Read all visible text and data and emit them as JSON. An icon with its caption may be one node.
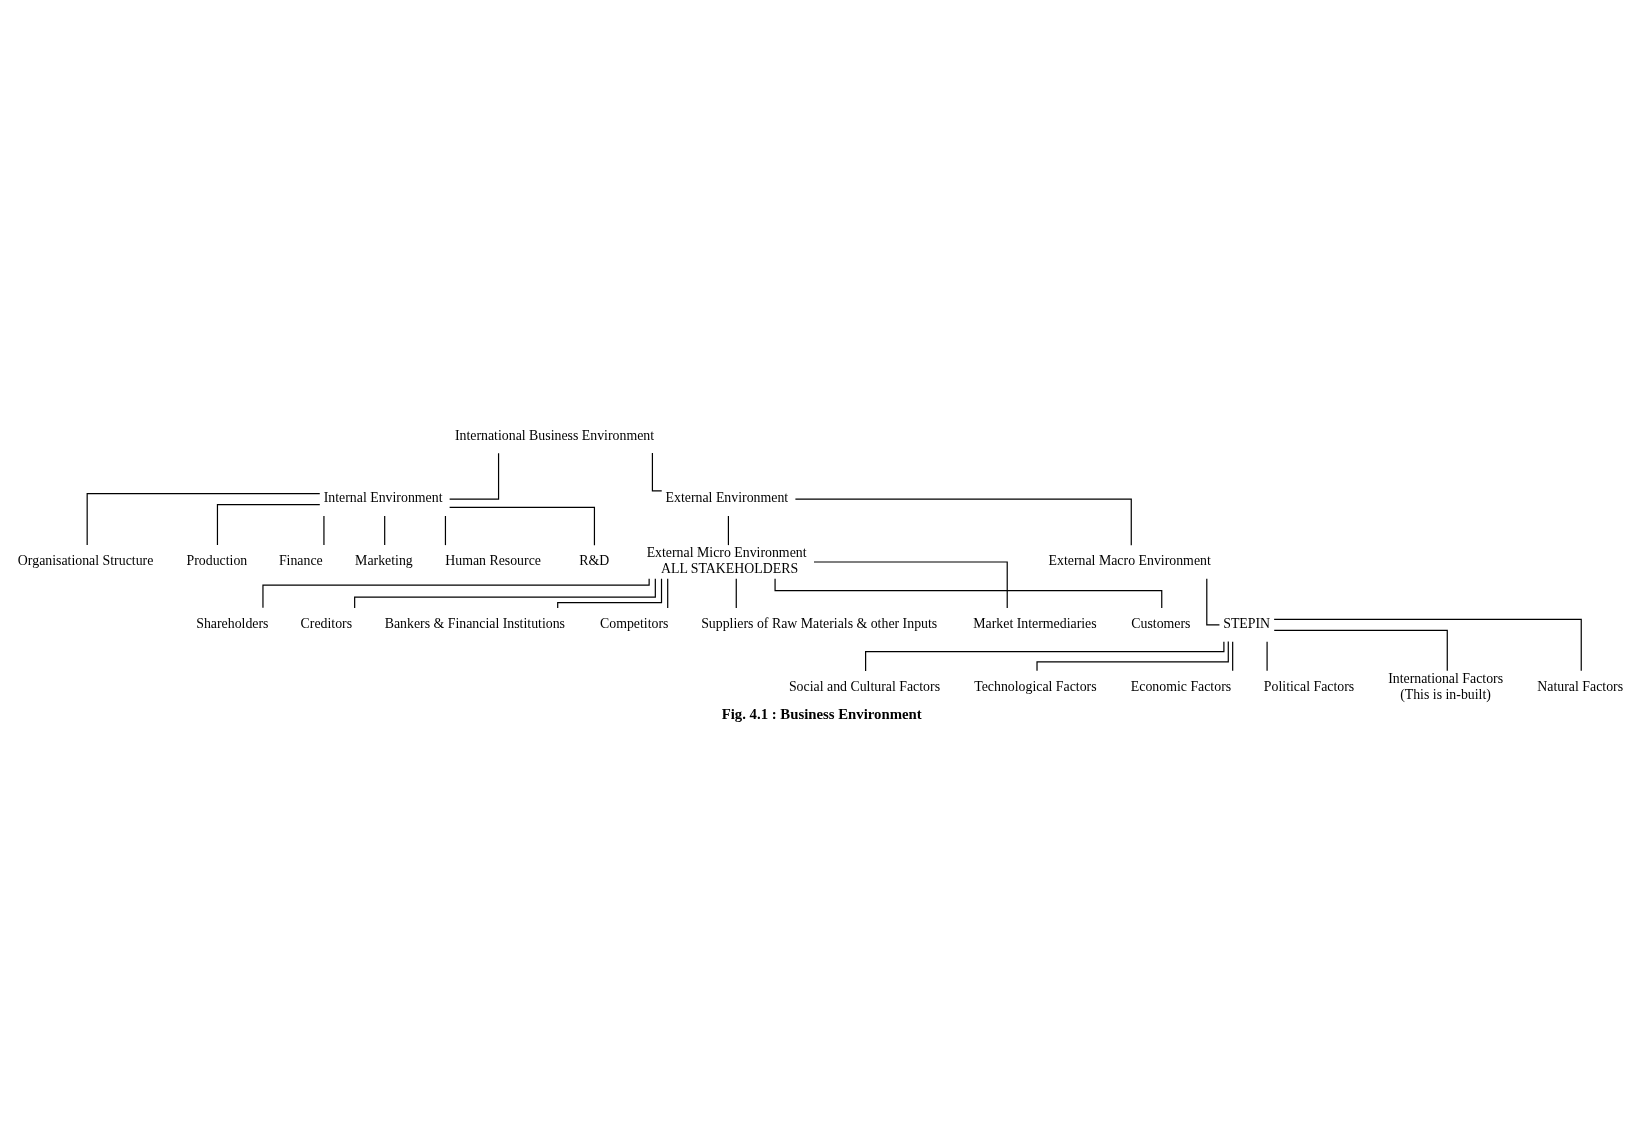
{
  "diagram": {
    "caption": "Fig. 4.1 : Business Environment",
    "nodes": [
      {
        "text": [
          "International Business Environment"
        ]
      },
      {
        "text": [
          "Internal Environment"
        ]
      },
      {
        "text": [
          "External Environment"
        ]
      },
      {
        "text": [
          "Organisational Structure"
        ]
      },
      {
        "text": [
          "Production"
        ]
      },
      {
        "text": [
          "Finance"
        ]
      },
      {
        "text": [
          "Marketing"
        ]
      },
      {
        "text": [
          "Human Resource"
        ]
      },
      {
        "text": [
          "R&D"
        ]
      },
      {
        "text": [
          "External Micro Environment",
          "ALL STAKEHOLDERS"
        ]
      },
      {
        "text": [
          "External Macro Environment"
        ]
      },
      {
        "text": [
          "Shareholders"
        ]
      },
      {
        "text": [
          "Creditors"
        ]
      },
      {
        "text": [
          "Bankers & Financial Institutions"
        ]
      },
      {
        "text": [
          "Competitors"
        ]
      },
      {
        "text": [
          "Suppliers of Raw Materials & other Inputs"
        ]
      },
      {
        "text": [
          "Market Intermediaries"
        ]
      },
      {
        "text": [
          "Customers"
        ]
      },
      {
        "text": [
          "STEPIN"
        ]
      },
      {
        "text": [
          "Social and Cultural Factors"
        ]
      },
      {
        "text": [
          "Technological Factors"
        ]
      },
      {
        "text": [
          "Economic Factors"
        ]
      },
      {
        "text": [
          "Political Factors"
        ]
      },
      {
        "text": [
          "International Factors",
          "(This is in-built)"
        ]
      },
      {
        "text": [
          "Natural Factors"
        ]
      }
    ],
    "edges": [
      {
        "from": 0,
        "to": 1,
        "arrow": "none"
      },
      {
        "from": 0,
        "to": 2,
        "arrow": "none"
      },
      {
        "from": 1,
        "to": 3,
        "arrow": "none"
      },
      {
        "from": 1,
        "to": 4,
        "arrow": "none"
      },
      {
        "from": 1,
        "to": 5,
        "arrow": "none"
      },
      {
        "from": 1,
        "to": 6,
        "arrow": "none"
      },
      {
        "from": 1,
        "to": 7,
        "arrow": "none"
      },
      {
        "from": 1,
        "to": 8,
        "arrow": "none"
      },
      {
        "from": 2,
        "to": 9,
        "arrow": "none"
      },
      {
        "from": 2,
        "to": 10,
        "arrow": "none"
      },
      {
        "from": 9,
        "to": 11,
        "arrow": "none"
      },
      {
        "from": 9,
        "to": 12,
        "arrow": "none"
      },
      {
        "from": 9,
        "to": 13,
        "arrow": "none"
      },
      {
        "from": 9,
        "to": 14,
        "arrow": "none"
      },
      {
        "from": 9,
        "to": 15,
        "arrow": "none"
      },
      {
        "from": 9,
        "to": 16,
        "arrow": "none"
      },
      {
        "from": 9,
        "to": 17,
        "arrow": "none"
      },
      {
        "from": 10,
        "to": 18,
        "arrow": "none"
      },
      {
        "from": 18,
        "to": 19,
        "arrow": "none"
      },
      {
        "from": 18,
        "to": 20,
        "arrow": "none"
      },
      {
        "from": 18,
        "to": 21,
        "arrow": "none"
      },
      {
        "from": 18,
        "to": 22,
        "arrow": "none"
      },
      {
        "from": 18,
        "to": 23,
        "arrow": "none"
      },
      {
        "from": 18,
        "to": 24,
        "arrow": "none"
      }
    ]
  }
}
